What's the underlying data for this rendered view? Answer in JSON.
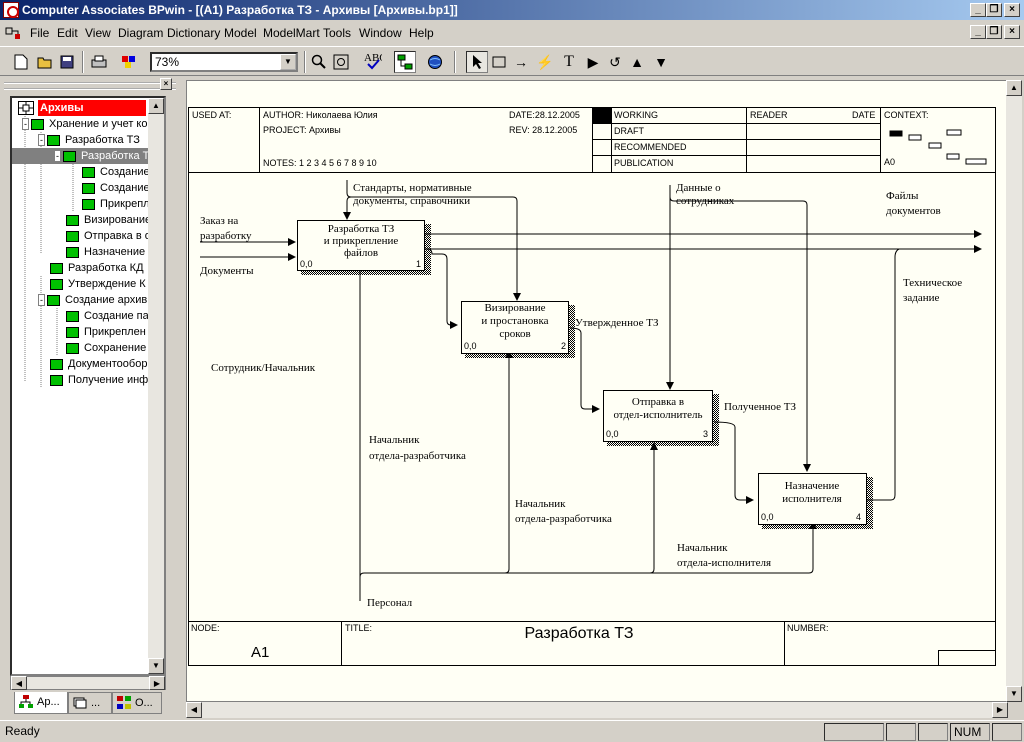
{
  "window": {
    "title": "Computer Associates BPwin - [(A1) Разработка ТЗ - Архивы  [Архивы.bp1]]"
  },
  "menu": [
    "File",
    "Edit",
    "View",
    "Diagram",
    "Dictionary",
    "Model",
    "ModelMart",
    "Tools",
    "Window",
    "Help"
  ],
  "toolbar": {
    "zoom": "73%"
  },
  "tree": {
    "root": "Архивы",
    "items": [
      "Хранение и учет ко",
      "Разработка ТЗ",
      "Разработка Т",
      "Создание",
      "Создание",
      "Прикрепл",
      "Визирование",
      "Отправка в о",
      "Назначение",
      "Разработка КД",
      "Утверждение К",
      "Создание архив",
      "Создание па",
      "Прикреплен",
      "Сохранение",
      "Документообор",
      "Получение инф"
    ]
  },
  "tabs": [
    "Ар...",
    "...",
    "О..."
  ],
  "header": {
    "used_at": "USED AT:",
    "author": "AUTHOR:  Николаева Юлия",
    "project": "PROJECT:  Архивы",
    "notes": "NOTES:  1  2  3  4  5  6  7  8  9  10",
    "date": "DATE:28.12.2005",
    "rev": "REV:  28.12.2005",
    "status": [
      "WORKING",
      "DRAFT",
      "RECOMMENDED",
      "PUBLICATION"
    ],
    "reader": "READER",
    "reader_date": "DATE",
    "context": "CONTEXT:",
    "context_node": "A0"
  },
  "diagram": {
    "boxes": [
      {
        "name": "Разработка ТЗ и прикрепление файлов",
        "lines": [
          "Разработка ТЗ",
          "и прикрепление",
          "файлов"
        ],
        "cost": "0,0",
        "num": "1"
      },
      {
        "name": "Визирование и простановка сроков",
        "lines": [
          "Визирование",
          "и простановка",
          "сроков"
        ],
        "cost": "0,0",
        "num": "2"
      },
      {
        "name": "Отправка в отдел-исполнитель",
        "lines": [
          "Отправка в",
          "отдел-исполнитель"
        ],
        "cost": "0,0",
        "num": "3"
      },
      {
        "name": "Назначение исполнителя",
        "lines": [
          "Назначение",
          "исполнителя"
        ],
        "cost": "0,0",
        "num": "4"
      }
    ],
    "labels": {
      "zakaz": [
        "Заказ на",
        "разработку"
      ],
      "documents": "Документы",
      "standards": [
        "Стандарты, нормативные",
        "документы, справочники"
      ],
      "employees": [
        "Данные о",
        "сотрудниках"
      ],
      "files": [
        "Файлы",
        "документов"
      ],
      "tech": [
        "Техническое",
        "задание"
      ],
      "approved": "Утвержденное ТЗ",
      "received": "Полученное ТЗ",
      "worker": "Сотрудник/Начальник",
      "chief1": [
        "Начальник",
        "отдела-разработчика"
      ],
      "chief2": [
        "Начальник",
        "отдела-разработчика"
      ],
      "chief3": [
        "Начальник",
        "отдела-исполнителя"
      ],
      "personnel": "Персонал"
    }
  },
  "footer": {
    "node_label": "NODE:",
    "node": "A1",
    "title_label": "TITLE:",
    "title": "Разработка ТЗ",
    "number_label": "NUMBER:"
  },
  "status": {
    "text": "Ready",
    "num": "NUM"
  }
}
